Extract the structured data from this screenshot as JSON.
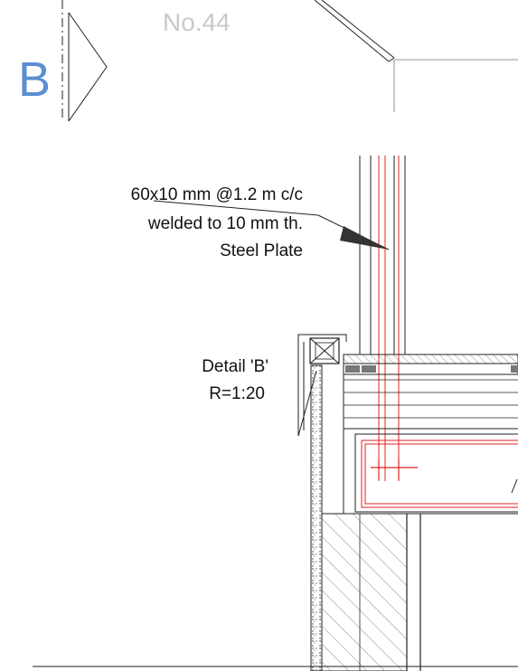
{
  "section_marker": {
    "letter": "B"
  },
  "sheet_number": "No.44",
  "callout": {
    "line1": "60x10 mm @1.2 m c/c",
    "line2": "welded to 10 mm th.",
    "line3": "Steel  Plate"
  },
  "detail": {
    "title": "Detail 'B'",
    "scale": "R=1:20"
  },
  "colors": {
    "line": "#1a1a1a",
    "steel_red": "#e02020",
    "marker_blue": "#5b8fd0",
    "faded_text": "#c9c9c9"
  }
}
